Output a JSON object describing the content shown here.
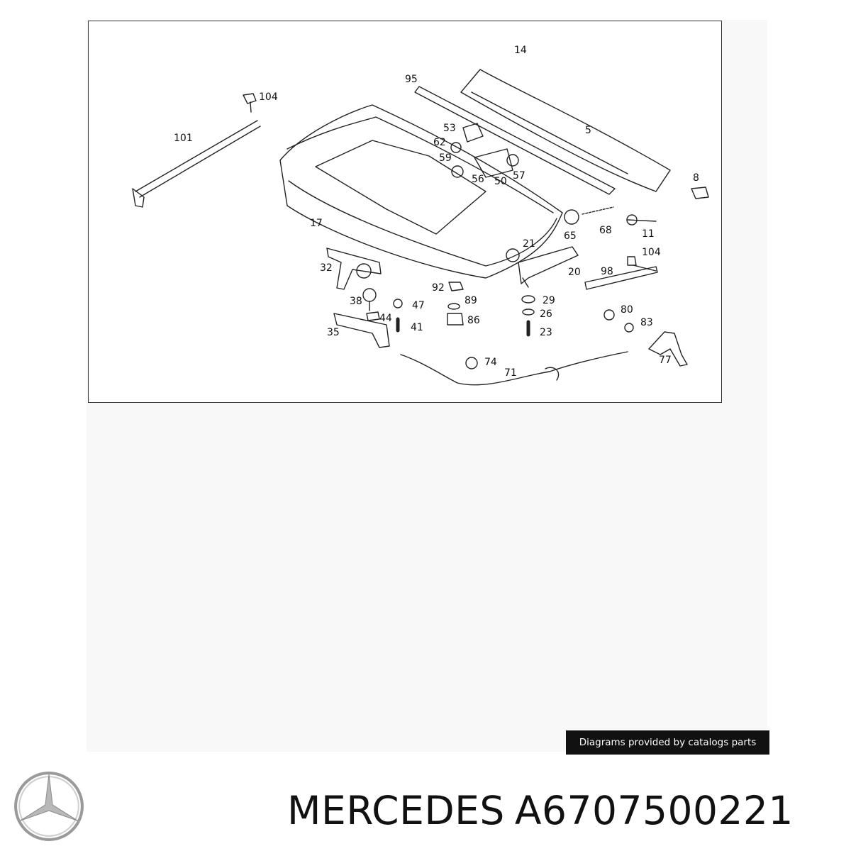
{
  "diagram": {
    "callouts": [
      "14",
      "95",
      "104",
      "101",
      "53",
      "5",
      "62",
      "59",
      "56",
      "50",
      "57",
      "8",
      "17",
      "65",
      "68",
      "11",
      "21",
      "104",
      "32",
      "20",
      "98",
      "92",
      "89",
      "29",
      "26",
      "38",
      "47",
      "44",
      "86",
      "23",
      "35",
      "41",
      "80",
      "83",
      "74",
      "71",
      "77"
    ]
  },
  "credit": {
    "text": "Diagrams provided by catalogs parts"
  },
  "brand": {
    "name": "MERCEDES",
    "logo_icon": "mercedes-star-logo-icon"
  },
  "part": {
    "number": "A6707500221"
  }
}
